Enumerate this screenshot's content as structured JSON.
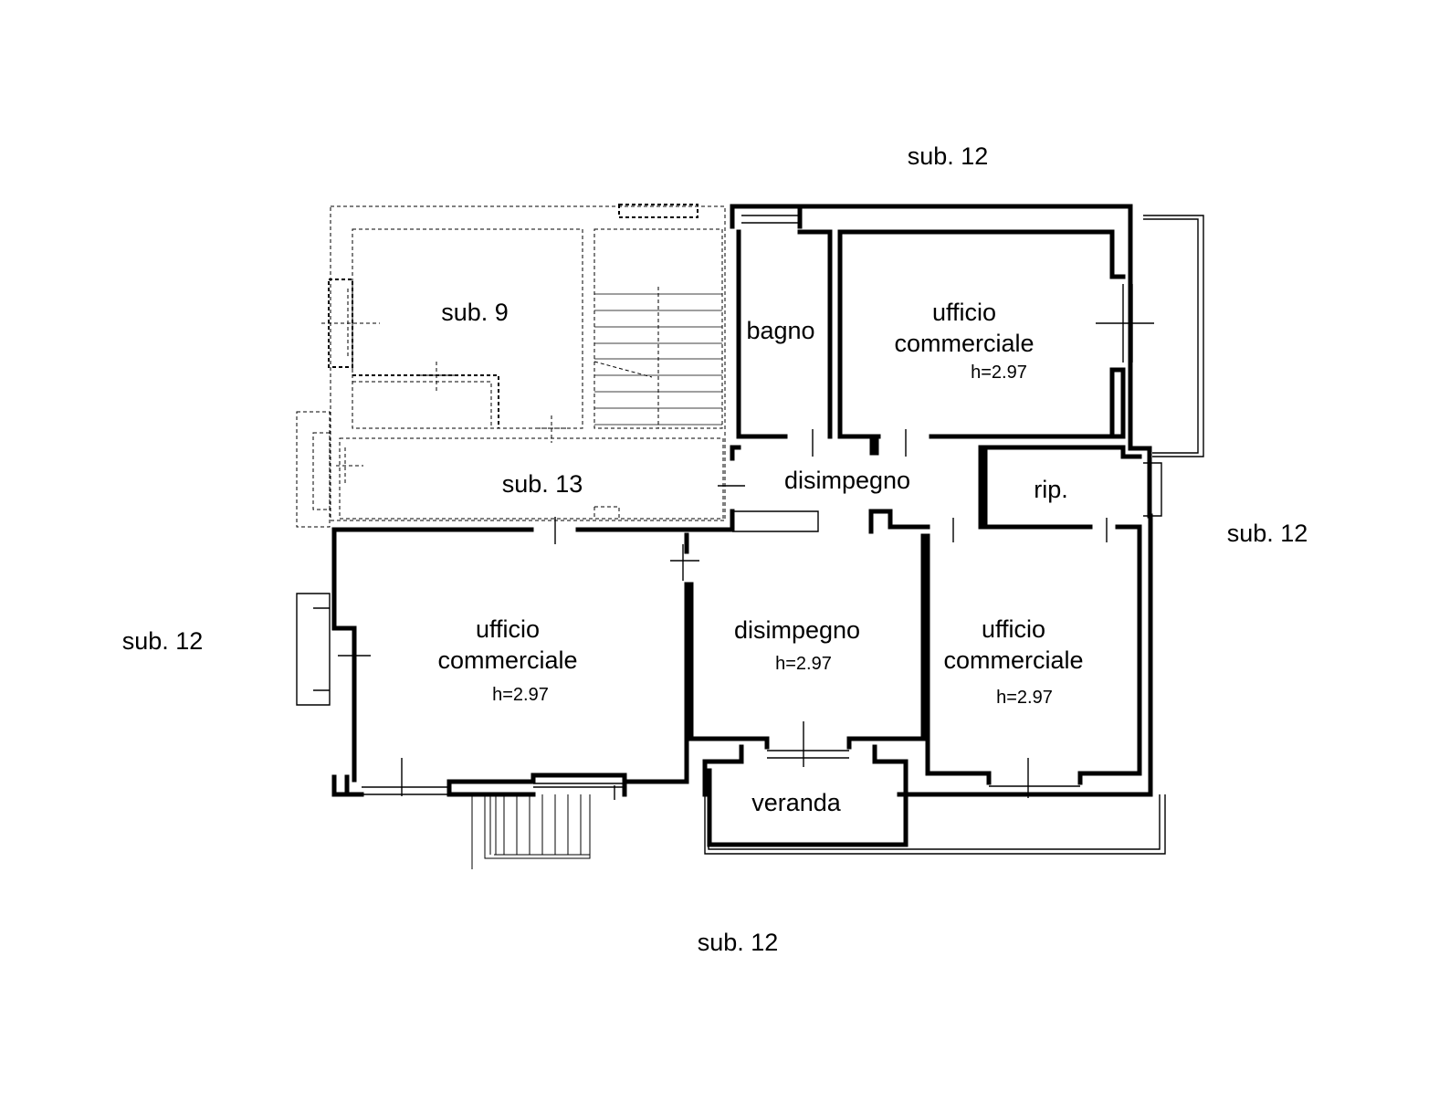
{
  "labels": {
    "sub12_top": "sub. 12",
    "sub12_right": "sub. 12",
    "sub12_left": "sub. 12",
    "sub12_bottom": "sub. 12",
    "sub9": "sub. 9",
    "sub13": "sub. 13"
  },
  "rooms": {
    "bagno": {
      "name": "bagno"
    },
    "ufficio_top": {
      "line1": "ufficio",
      "line2": "commerciale",
      "height": "h=2.97"
    },
    "disimpegno_top": {
      "name": "disimpegno"
    },
    "rip": {
      "name": "rip."
    },
    "ufficio_left": {
      "line1": "ufficio",
      "line2": "commerciale",
      "height": "h=2.97"
    },
    "disimpegno_center": {
      "name": "disimpegno",
      "height": "h=2.97"
    },
    "ufficio_right": {
      "line1": "ufficio",
      "line2": "commerciale",
      "height": "h=2.97"
    },
    "veranda": {
      "name": "veranda"
    }
  }
}
